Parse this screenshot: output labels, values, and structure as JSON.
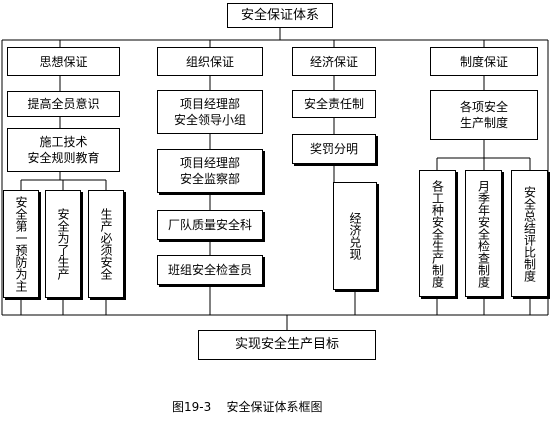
{
  "title": "安全保证体系",
  "goal": "实现安全生产目标",
  "caption": "图19-3    安全保证体系框图",
  "branches": {
    "thought": {
      "label": "思想保证",
      "nodes": [
        "提高全员意识",
        "施工技术\n安全规则教育"
      ],
      "vertical": [
        "安全第一预防为主",
        "安全为了生产",
        "生产必须安全"
      ]
    },
    "organization": {
      "label": "组织保证",
      "nodes": [
        "项目经理部\n安全领导小组",
        "项目经理部\n安全监察部",
        "厂队质量安全科",
        "班组安全检查员"
      ]
    },
    "economy": {
      "label": "经济保证",
      "nodes": [
        "安全责任制",
        "奖罚分明"
      ],
      "vertical": [
        "经济兑现"
      ]
    },
    "system": {
      "label": "制度保证",
      "nodes": [
        "各项安全\n生产制度"
      ],
      "vertical": [
        "各工种安全生产制度",
        "月季年安全检查制度",
        "安全总结评比制度"
      ]
    }
  }
}
